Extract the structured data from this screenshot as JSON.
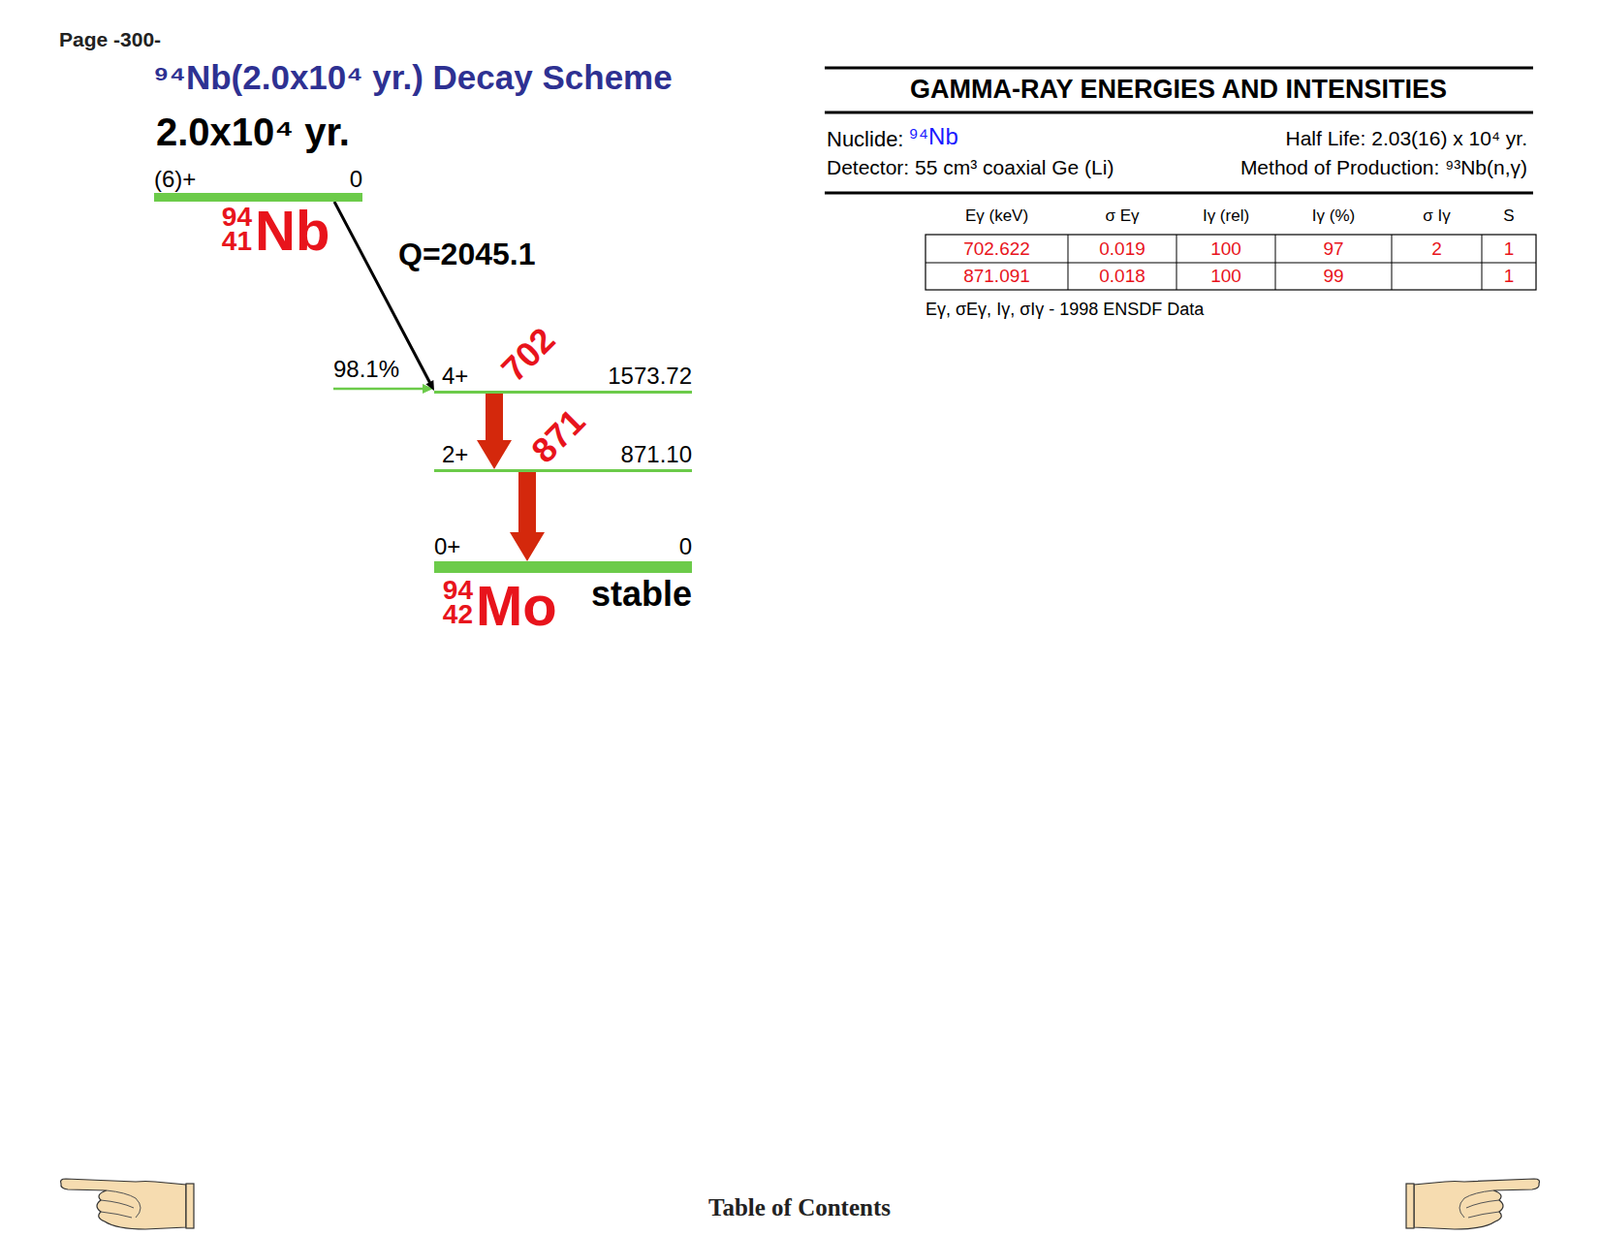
{
  "diagram": {
    "title": "⁹⁴Nb(2.0x10⁴ yr.) Decay Scheme",
    "nodes": [
      {
        "text": [
          "(6)+",
          "0",
          "94",
          "41",
          "Nb"
        ]
      },
      {
        "text": [
          "4+",
          "1573.72"
        ]
      },
      {
        "text": [
          "2+",
          "871.10"
        ]
      },
      {
        "text": [
          "0+",
          "0",
          "stable",
          "94",
          "42",
          "Mo"
        ]
      }
    ],
    "edges": [
      {
        "from": 0,
        "to": 1,
        "arrow": "to"
      },
      {
        "from": 1,
        "to": 2,
        "label": "702",
        "arrow": "to"
      },
      {
        "from": 2,
        "to": 3,
        "label": "871",
        "arrow": "to"
      }
    ],
    "labels": [
      "Page -300-",
      "2.0x10⁴ yr.",
      "Q=2045.1",
      "98.1%",
      "GAMMA-RAY ENERGIES AND INTENSITIES",
      "Nuclide:",
      "⁹⁴Nb",
      "Half Life: 2.03(16) x 10⁴ yr.",
      "Detector: 55 cm³ coaxial Ge (Li)",
      "Method of Production: ⁹³Nb(n,γ)",
      "Eγ (keV)",
      "σ Eγ",
      "Iγ (rel)",
      "Iγ (%)",
      "σ Iγ",
      "S",
      "702.622",
      "0.019",
      "100",
      "97",
      "2",
      "1",
      "871.091",
      "0.018",
      "100",
      "99",
      "1",
      "Eγ, σEγ, Iγ, σIγ - 1998 ENSDF Data",
      "Table of Contents"
    ]
  }
}
